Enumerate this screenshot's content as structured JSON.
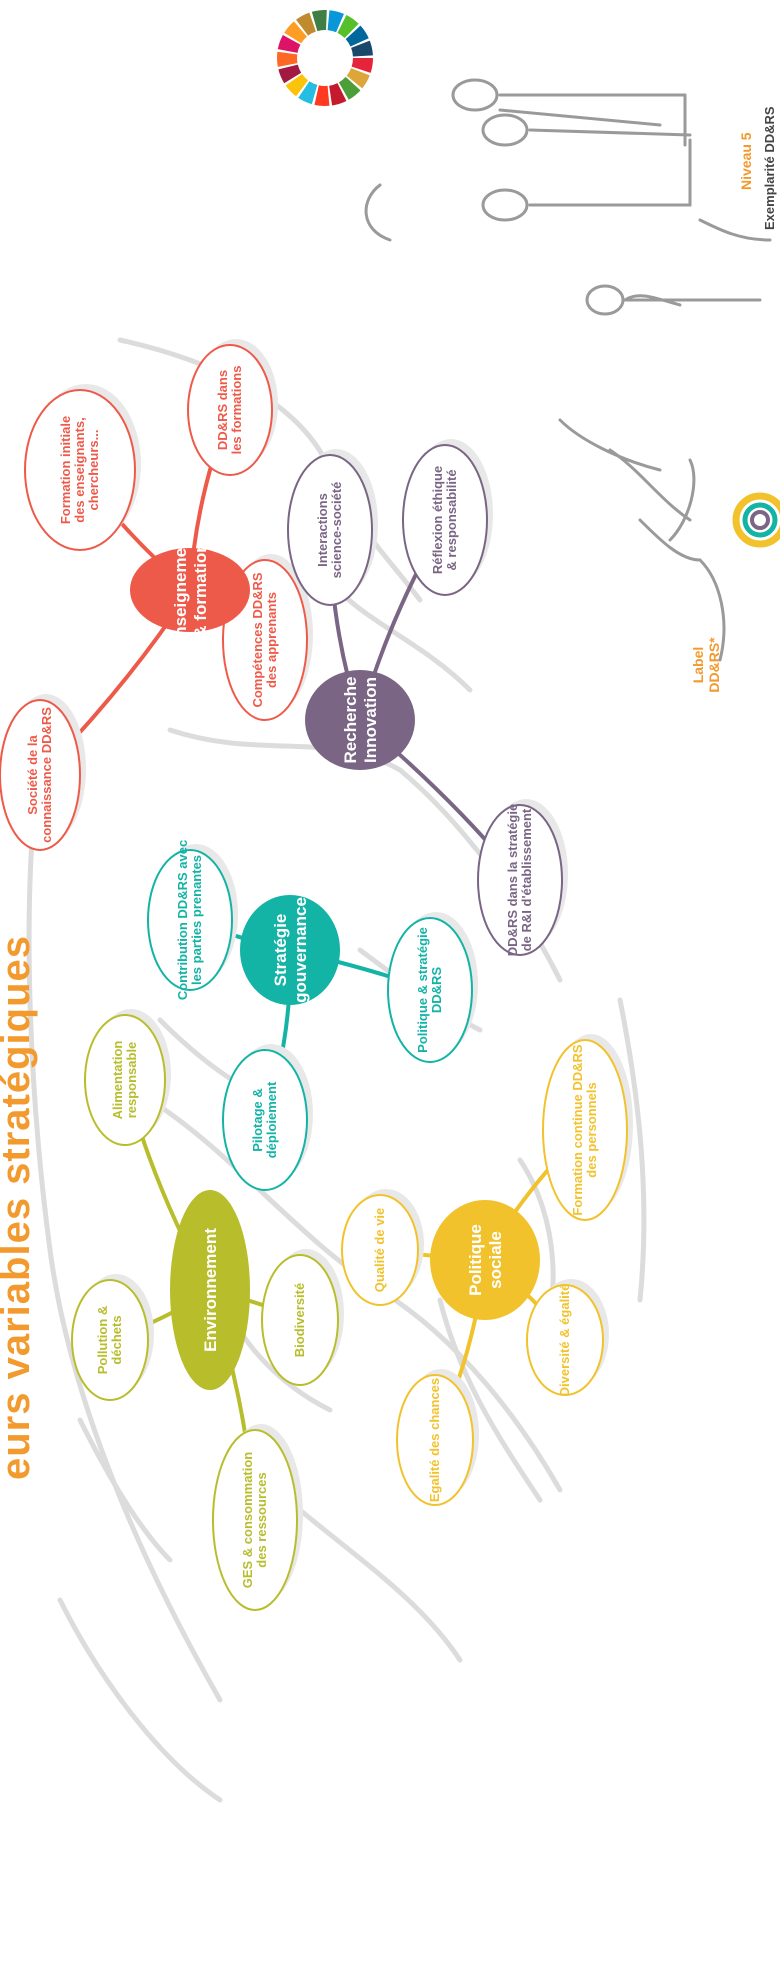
{
  "title": "eurs variables stratégiques",
  "level": {
    "label": "Niveau 5",
    "description": "Exemplarité DD&RS"
  },
  "label_badge": {
    "line1": "Label",
    "line2": "DD&RS*"
  },
  "clusters": [
    {
      "id": "enseignement",
      "color": "#ee5a4a",
      "hub": [
        "Enseignement",
        "& formation"
      ],
      "leaves": [
        [
          "Formation initiale",
          "des enseignants,",
          "chercheurs..."
        ],
        [
          "DD&RS dans",
          "les formations"
        ],
        [
          "Compétences DD&RS",
          "des apprenants"
        ],
        [
          "Société de la",
          "connaissance DD&RS"
        ]
      ]
    },
    {
      "id": "recherche",
      "color": "#7a6585",
      "hub": [
        "Recherche",
        "Innovation"
      ],
      "leaves": [
        [
          "Interactions",
          "science-société"
        ],
        [
          "Réflexion éthique",
          "& responsabilité"
        ],
        [
          "DD&RS dans la stratégie",
          "de R&I d'établissement"
        ]
      ]
    },
    {
      "id": "strategie",
      "color": "#13b3a6",
      "hub": [
        "Stratégie",
        "gouvernance"
      ],
      "leaves": [
        [
          "Contribution DD&RS avec",
          "les parties prenantes"
        ],
        [
          "Politique & stratégie",
          "DD&RS"
        ],
        [
          "Pilotage &",
          "déploiement"
        ]
      ]
    },
    {
      "id": "environnement",
      "color": "#b8bd2c",
      "hub": [
        "Environnement"
      ],
      "leaves": [
        [
          "Alimentation",
          "responsable"
        ],
        [
          "Pollution &",
          "déchets"
        ],
        [
          "Biodiversité"
        ],
        [
          "GES & consommation",
          "des ressources"
        ]
      ]
    },
    {
      "id": "sociale",
      "color": "#f2c22c",
      "hub": [
        "Politique",
        "sociale"
      ],
      "leaves": [
        [
          "Qualité de vie"
        ],
        [
          "Formation continue DD&RS",
          "des personnels"
        ],
        [
          "Diversité & égalité"
        ],
        [
          "Egalité des chances"
        ]
      ]
    }
  ],
  "colors": {
    "title": "#f29a2e",
    "cloud": "#dcdcdc",
    "sketch": "#9a9a9a"
  },
  "icons": [
    "sdg-wheel-icon",
    "people-sketch-icon",
    "label-badge-icon"
  ]
}
